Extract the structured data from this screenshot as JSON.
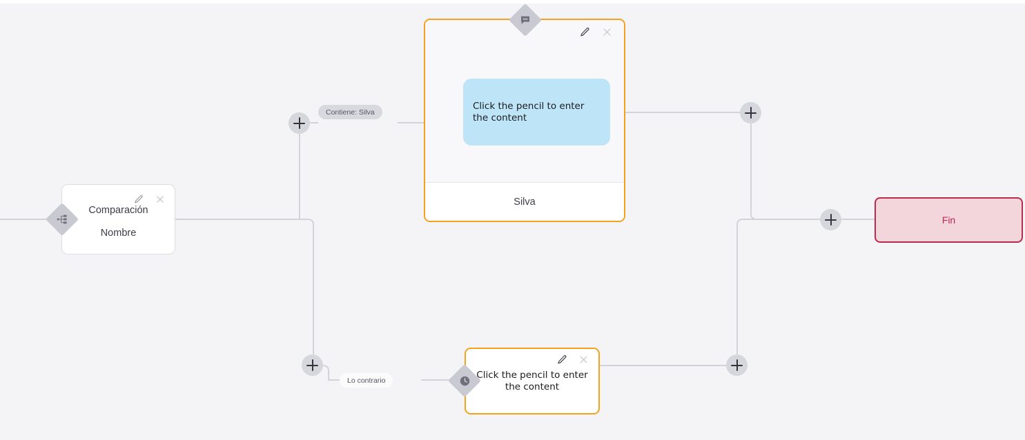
{
  "canvas": {
    "background_color": "#f4f4f7",
    "accent_orange": "#f5a11e",
    "bubble_blue": "#bde5f7",
    "end_red": "#b92a4c",
    "end_fill": "#f3d6db",
    "connector_gray": "#d3d4d9"
  },
  "nodes": {
    "comparison": {
      "title": "Comparación",
      "subtitle": "Nombre",
      "badge_icon": "branch-hierarchy-icon",
      "edit_icon": "pencil-icon",
      "close_icon": "close-icon"
    },
    "message_top": {
      "badge_icon": "chat-bubble-icon",
      "edit_icon": "pencil-icon",
      "close_icon": "close-icon",
      "bubble_text": "Click the pencil to enter the content",
      "footer_label": "Silva"
    },
    "message_bottom": {
      "badge_icon": "clock-icon",
      "edit_icon": "pencil-icon",
      "close_icon": "close-icon",
      "bubble_text": "Click the pencil to enter the content"
    },
    "end": {
      "label": "Fin"
    }
  },
  "edge_labels": {
    "contains": "Contiene: Silva",
    "otherwise": "Lo contrario"
  },
  "add_buttons": {
    "icon": "plus-icon",
    "count": 5
  }
}
